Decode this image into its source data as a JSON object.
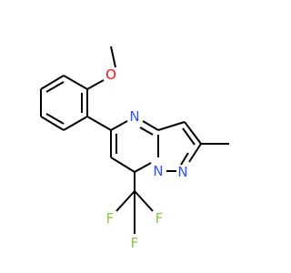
{
  "molecule": {
    "atoms": {
      "O": {
        "label": "O",
        "color": "#ff0d0d"
      },
      "N_ring": {
        "label": "N",
        "color": "#3050f8"
      },
      "N_bridge": {
        "label": "N",
        "color": "#3050f8"
      },
      "N_pyrazole": {
        "label": "N",
        "color": "#3050f8"
      },
      "F1": {
        "label": "F",
        "color": "#8bc53f"
      },
      "F2": {
        "label": "F",
        "color": "#8bc53f"
      },
      "F3": {
        "label": "F",
        "color": "#8bc53f"
      }
    }
  }
}
